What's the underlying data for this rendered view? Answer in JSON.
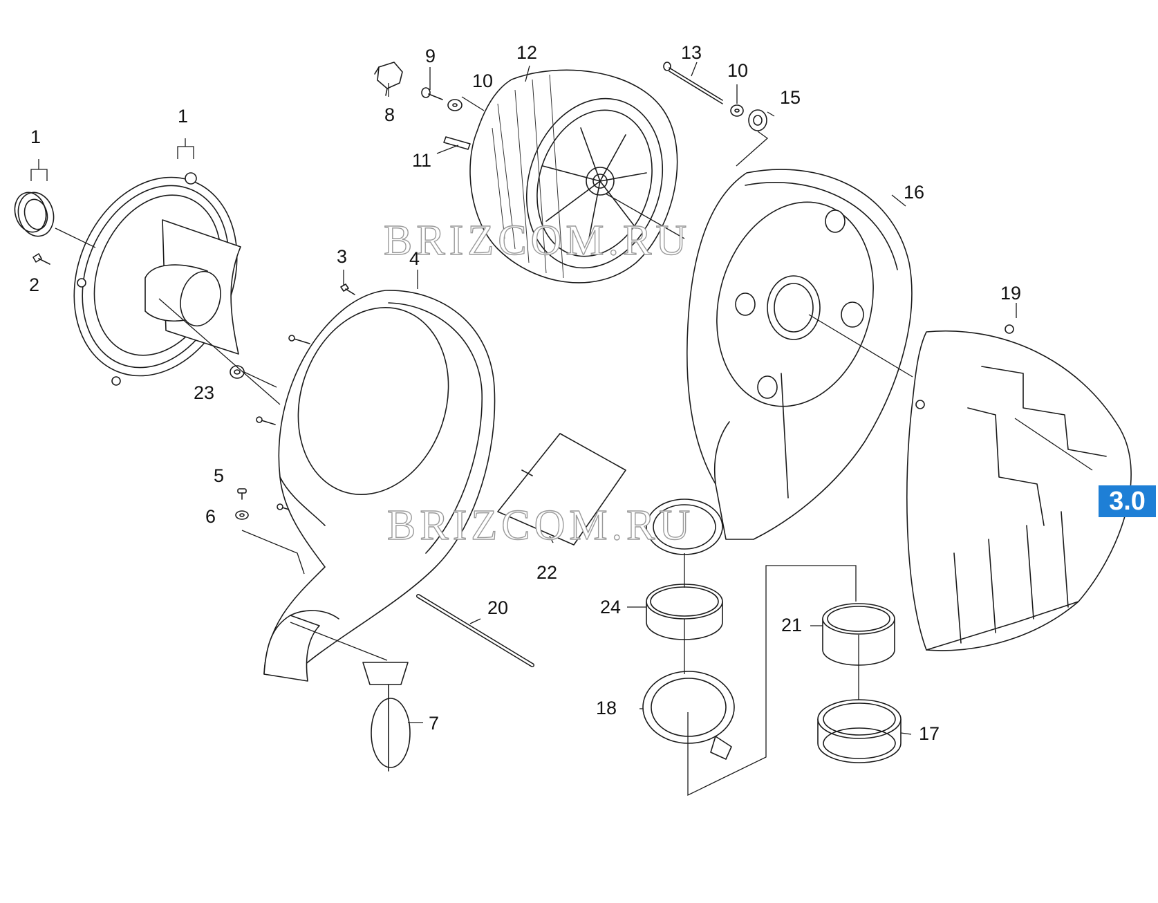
{
  "watermarks": [
    "BRIZCOM.RU",
    "BRIZCOM.RU"
  ],
  "section_badge": "3.0",
  "callouts": [
    {
      "id": "c1a",
      "label": "1"
    },
    {
      "id": "c1b",
      "label": "1"
    },
    {
      "id": "c2",
      "label": "2"
    },
    {
      "id": "c3",
      "label": "3"
    },
    {
      "id": "c4",
      "label": "4"
    },
    {
      "id": "c5",
      "label": "5"
    },
    {
      "id": "c6",
      "label": "6"
    },
    {
      "id": "c7",
      "label": "7"
    },
    {
      "id": "c8",
      "label": "8"
    },
    {
      "id": "c9",
      "label": "9"
    },
    {
      "id": "c10a",
      "label": "10"
    },
    {
      "id": "c10b",
      "label": "10"
    },
    {
      "id": "c11",
      "label": "11"
    },
    {
      "id": "c12",
      "label": "12"
    },
    {
      "id": "c13",
      "label": "13"
    },
    {
      "id": "c15",
      "label": "15"
    },
    {
      "id": "c16",
      "label": "16"
    },
    {
      "id": "c17",
      "label": "17"
    },
    {
      "id": "c18",
      "label": "18"
    },
    {
      "id": "c19",
      "label": "19"
    },
    {
      "id": "c20",
      "label": "20"
    },
    {
      "id": "c21",
      "label": "21"
    },
    {
      "id": "c22",
      "label": "22"
    },
    {
      "id": "c23",
      "label": "23"
    },
    {
      "id": "c24",
      "label": "24"
    }
  ]
}
